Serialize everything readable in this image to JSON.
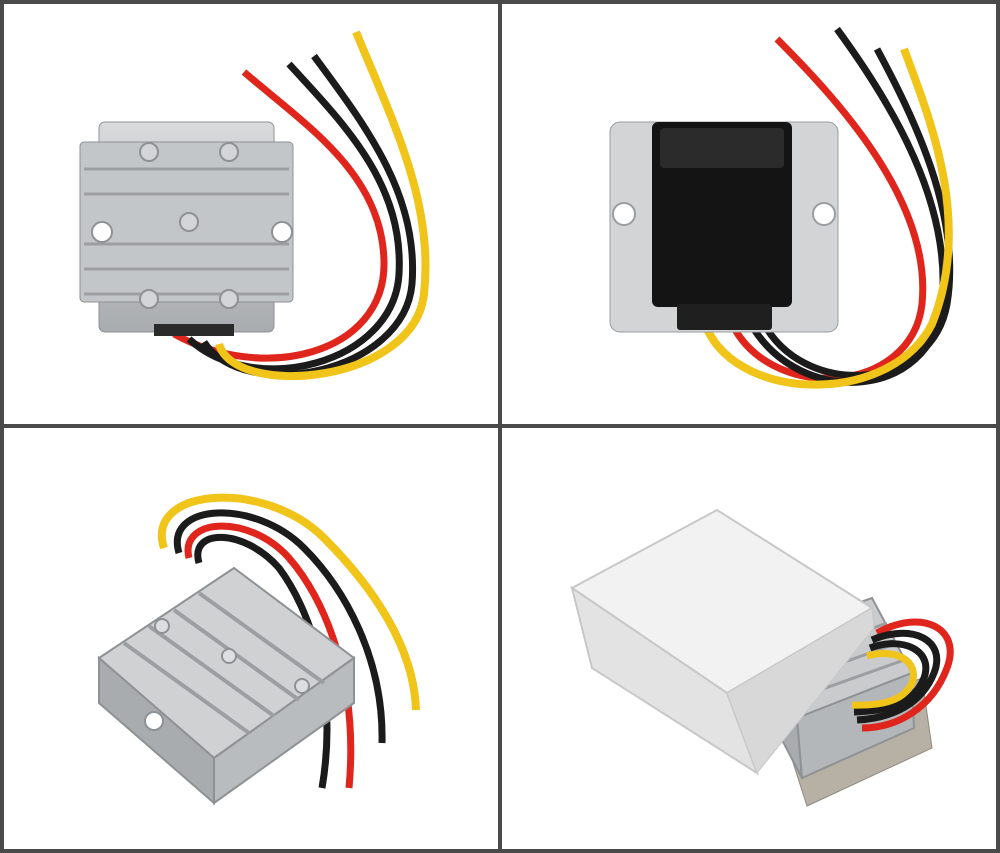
{
  "photos": [
    {
      "view": "top-view"
    },
    {
      "view": "bottom-view"
    },
    {
      "view": "angled-view"
    },
    {
      "view": "packaged-view"
    }
  ],
  "colors": {
    "border": "#4a4a4a",
    "aluminum": "#c9cbcd",
    "aluminum_dark": "#9c9fa2",
    "wire_red": "#e0261c",
    "wire_black": "#1b1b1b",
    "wire_yellow": "#f0c419",
    "pad_black": "#141414",
    "box_white": "#eeeeee"
  }
}
